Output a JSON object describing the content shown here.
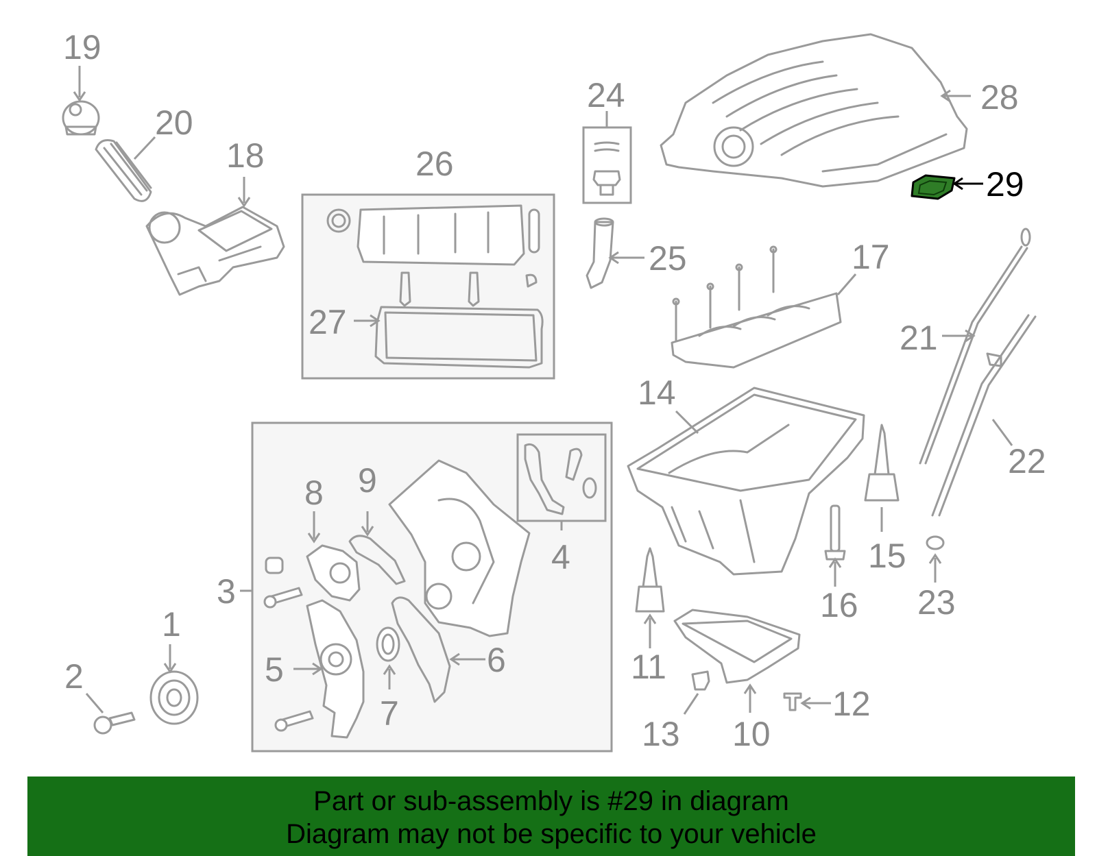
{
  "diagram": {
    "labels": {
      "l1": "1",
      "l2": "2",
      "l3": "3",
      "l4": "4",
      "l5": "5",
      "l6": "6",
      "l7": "7",
      "l8": "8",
      "l9": "9",
      "l10": "10",
      "l11": "11",
      "l12": "12",
      "l13": "13",
      "l14": "14",
      "l15": "15",
      "l16": "16",
      "l17": "17",
      "l18": "18",
      "l19": "19",
      "l20": "20",
      "l21": "21",
      "l22": "22",
      "l23": "23",
      "l24": "24",
      "l25": "25",
      "l26": "26",
      "l27": "27",
      "l28": "28",
      "l29": "29"
    },
    "highlight_part": "29",
    "colors": {
      "highlight": "#2f7d27",
      "banner": "#157016",
      "line": "#9a9a9a",
      "label": "#8a8a8a"
    }
  },
  "banner": {
    "line1": "Part or sub-assembly is #29 in diagram",
    "line2": "Diagram may not be specific to your vehicle"
  }
}
